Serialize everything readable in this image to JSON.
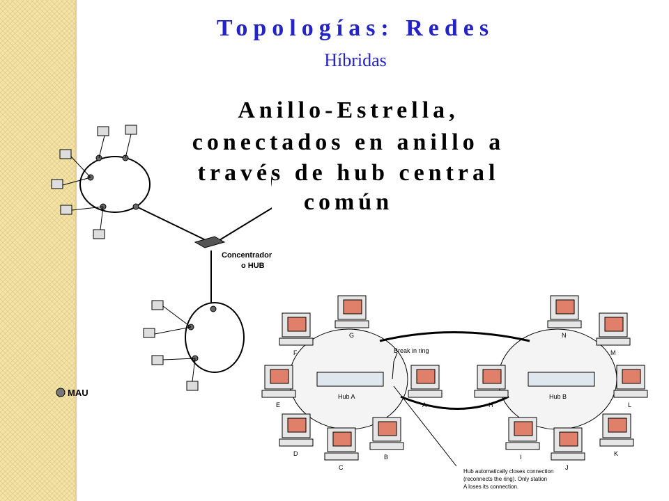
{
  "slide": {
    "title_line1": "Topologías: Redes",
    "title_line2": "Híbridas",
    "body_lines": [
      "Anillo-Estrella,",
      "conectados en anillo a",
      "través de hub central",
      "común"
    ]
  },
  "left_diagram": {
    "hub_label_line1": "Concentrador",
    "hub_label_line2": "o HUB",
    "legend_label": "MAU"
  },
  "right_diagram": {
    "hub_a_label": "Hub A",
    "hub_b_label": "Hub B",
    "break_label": "Break in ring",
    "note_lines": [
      "Hub automatically closes connection",
      "(reconnects the ring). Only station",
      "A loses its connection."
    ],
    "stations": [
      "A",
      "B",
      "C",
      "D",
      "E",
      "F",
      "G",
      "H",
      "I",
      "J",
      "K",
      "L",
      "M",
      "N"
    ]
  },
  "colors": {
    "title": "#2323c8",
    "monitor_screen": "#e07f6a",
    "stripe": "#f3e3a6"
  }
}
